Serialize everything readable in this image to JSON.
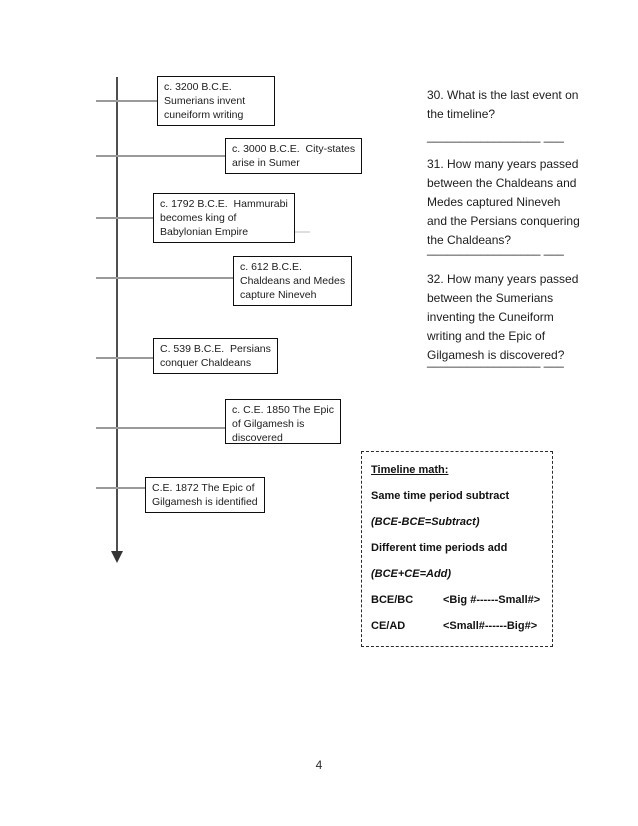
{
  "page_number": "4",
  "timeline": {
    "events": [
      {
        "lines": [
          "c. 3200 B.C.E.",
          "Sumerians invent",
          "cuneiform writing"
        ]
      },
      {
        "lines": [
          "c. 3000 B.C.E.  City-states",
          "arise in Sumer"
        ]
      },
      {
        "lines": [
          "c. 1792 B.C.E.  Hammurabi",
          "becomes king of",
          "Babylonian Empire"
        ]
      },
      {
        "lines": [
          "c. 612 B.C.E.",
          "Chaldeans and Medes",
          "capture Nineveh"
        ]
      },
      {
        "lines": [
          "C. 539 B.C.E.  Persians",
          "conquer Chaldeans"
        ]
      },
      {
        "lines": [
          "c. C.E. 1850 The Epic",
          "of Gilgamesh is",
          "discovered"
        ]
      },
      {
        "lines": [
          "C.E. 1872 The Epic of",
          "Gilgamesh is identified"
        ]
      }
    ]
  },
  "questions": [
    {
      "lines": [
        "30. What is the last event on",
        "the timeline?"
      ],
      "answer_blank": "_________________ ___"
    },
    {
      "lines": [
        "31. How many years passed",
        "between the Chaldeans and",
        "Medes captured Nineveh",
        "and the Persians conquering",
        "the Chaldeans?"
      ],
      "answer_blank": "_________________ ___"
    },
    {
      "lines": [
        "32. How many years passed",
        "between the Sumerians",
        "inventing the Cuneiform",
        "writing and the Epic of",
        "Gilgamesh is discovered?"
      ],
      "answer_blank": "_________________ ___"
    }
  ],
  "math_box": {
    "title": "Timeline math:",
    "rule1": "Same time period subtract",
    "rule1_formula": "(BCE-BCE=Subtract)",
    "rule2": "Different time periods add",
    "rule2_formula": "(BCE+CE=Add)",
    "bce_label": "BCE/BC",
    "bce_order": "<Big #------Small#>",
    "ce_label": "CE/AD",
    "ce_order": "<Small#------Big#>"
  }
}
